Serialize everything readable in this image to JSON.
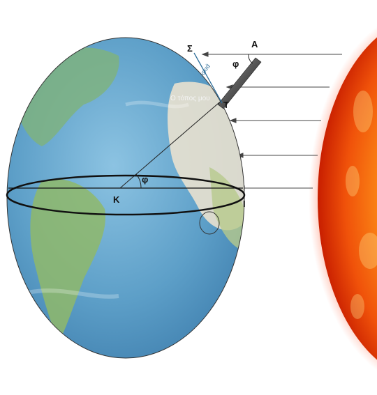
{
  "diagram": {
    "labels": {
      "sigma": "Σ",
      "alpha": "Α",
      "tau": "Τ",
      "kappa": "Κ",
      "iota": "Ι",
      "phi_top": "φ",
      "phi_center": "φ",
      "my_place": "Ο τόπος μου",
      "shadow": "σκιά"
    },
    "colors": {
      "ocean": "#6aa9cf",
      "land_green": "#8fb86a",
      "land_desert": "#e9e1cf",
      "sun_core": "#ff9a1a",
      "sun_edge": "#c81e00",
      "line": "#222222",
      "ray": "#444444"
    },
    "icons": [
      "sun-icon",
      "earth-globe-icon",
      "gnomon-rod-icon"
    ]
  }
}
